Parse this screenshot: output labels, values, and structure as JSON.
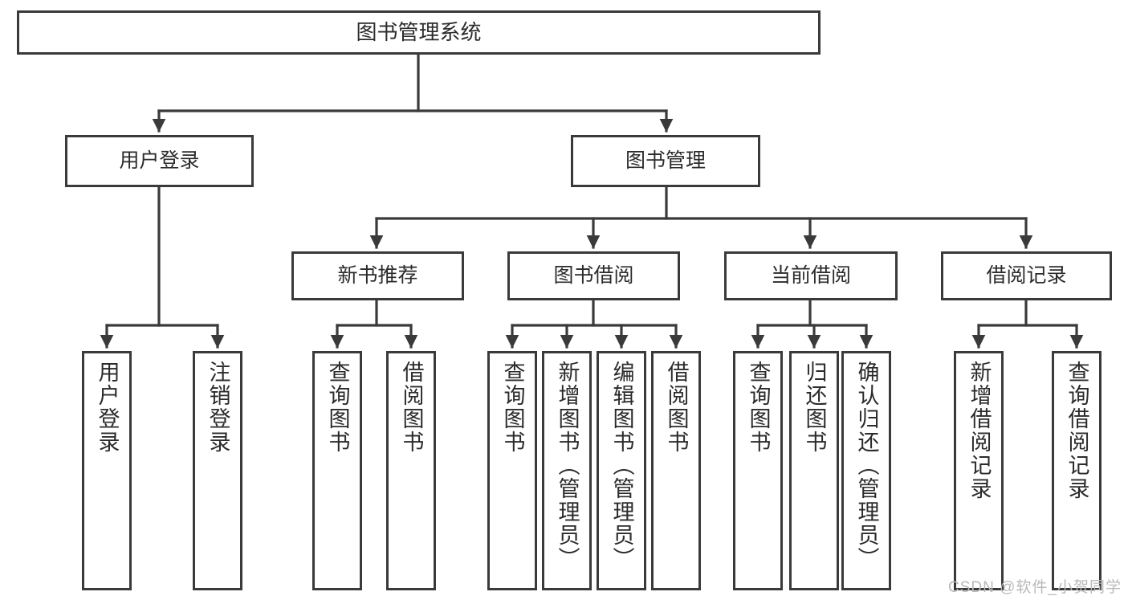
{
  "diagram": {
    "title": "图书管理系统",
    "type": "hierarchy-tree",
    "watermark": "CSDN @软件_小贺同学",
    "colors": {
      "box_border": "#3a3a3a",
      "box_fill": "#ffffff",
      "edge": "#3a3a3a",
      "text": "#2b2b2b",
      "watermark": "#b9b9b9",
      "background": "#ffffff"
    },
    "root": {
      "label": "图书管理系统"
    },
    "level2": [
      {
        "id": "user-login",
        "label": "用户登录"
      },
      {
        "id": "book-manage",
        "label": "图书管理"
      }
    ],
    "level3": [
      {
        "id": "new-book-rec",
        "label": "新书推荐"
      },
      {
        "id": "book-borrow",
        "label": "图书借阅"
      },
      {
        "id": "current-borrow",
        "label": "当前借阅"
      },
      {
        "id": "borrow-record",
        "label": "借阅记录"
      }
    ],
    "leaves": [
      {
        "id": "leaf-1",
        "parent": "user-login",
        "label": "用户登录"
      },
      {
        "id": "leaf-2",
        "parent": "user-login",
        "label": "注销登录"
      },
      {
        "id": "leaf-3",
        "parent": "new-book-rec",
        "label": "查询图书"
      },
      {
        "id": "leaf-4",
        "parent": "new-book-rec",
        "label": "借阅图书"
      },
      {
        "id": "leaf-5",
        "parent": "book-borrow",
        "label": "查询图书"
      },
      {
        "id": "leaf-6",
        "parent": "book-borrow",
        "label": "新增图书（管理员）"
      },
      {
        "id": "leaf-7",
        "parent": "book-borrow",
        "label": "编辑图书（管理员）"
      },
      {
        "id": "leaf-8",
        "parent": "book-borrow",
        "label": "借阅图书"
      },
      {
        "id": "leaf-9",
        "parent": "current-borrow",
        "label": "查询图书"
      },
      {
        "id": "leaf-10",
        "parent": "current-borrow",
        "label": "归还图书"
      },
      {
        "id": "leaf-11",
        "parent": "current-borrow",
        "label": "确认归还（管理员）"
      },
      {
        "id": "leaf-12",
        "parent": "borrow-record",
        "label": "新增借阅记录"
      },
      {
        "id": "leaf-13",
        "parent": "borrow-record",
        "label": "查询借阅记录"
      }
    ]
  }
}
